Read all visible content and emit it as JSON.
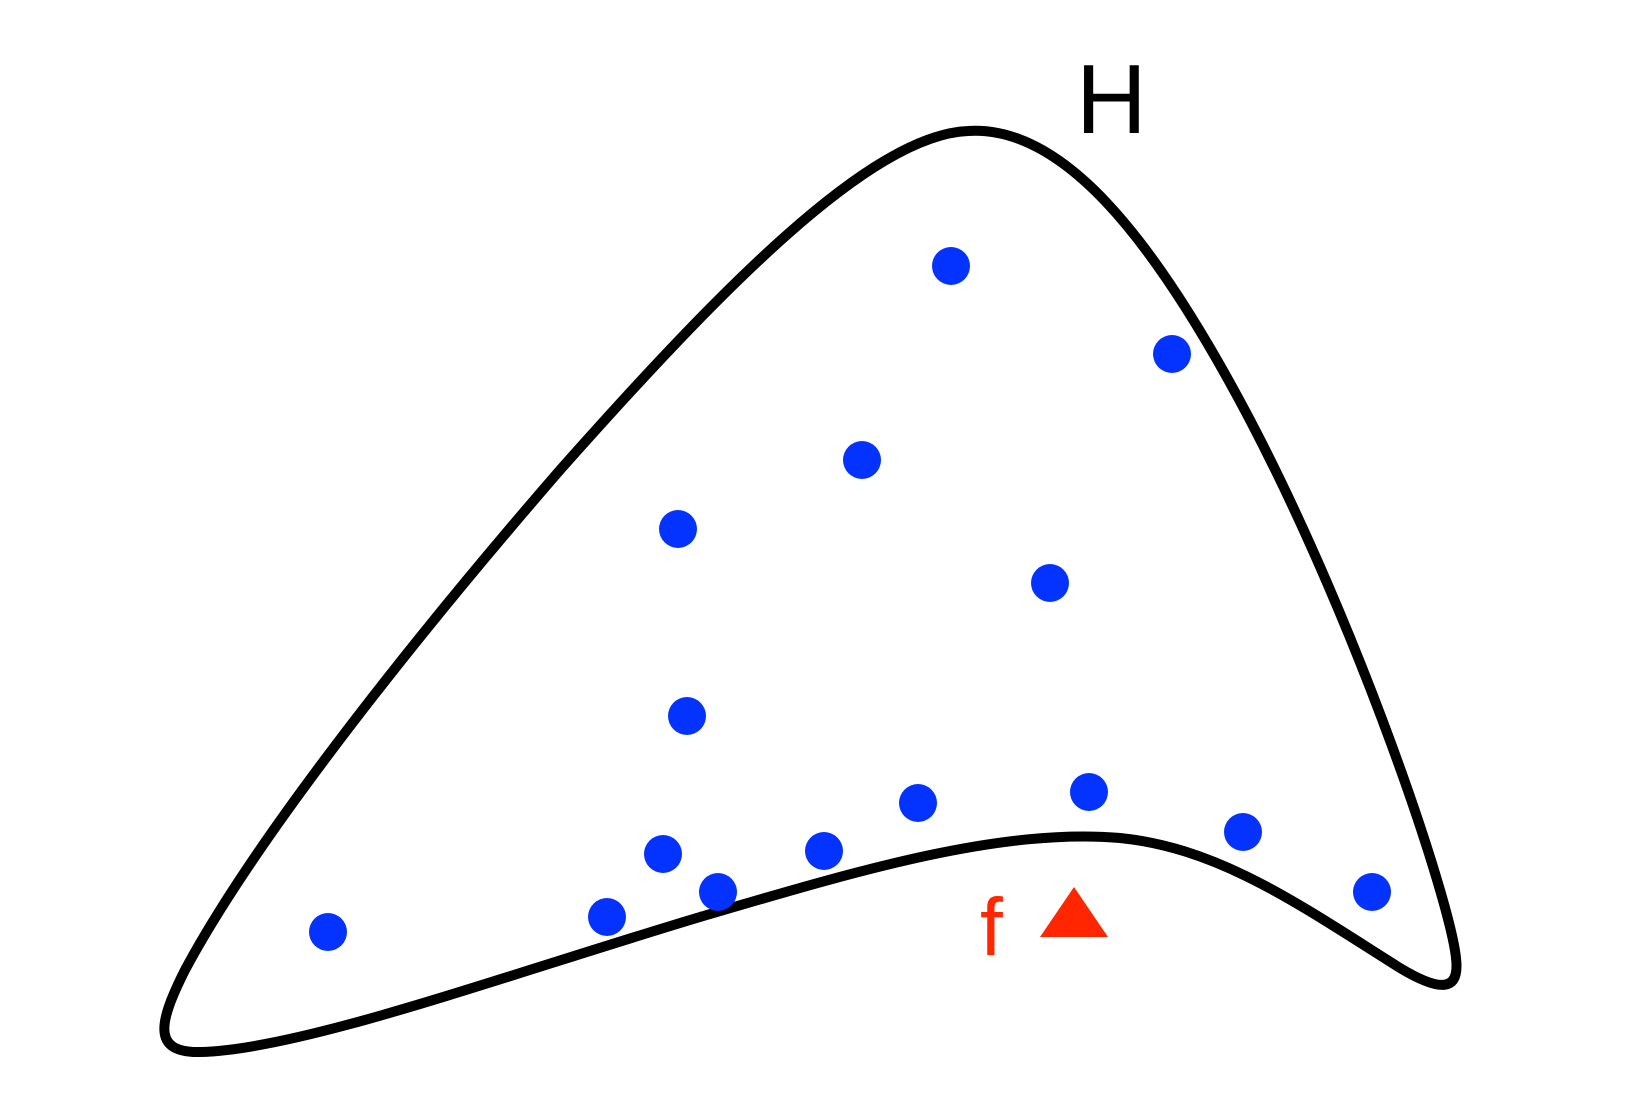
{
  "diagram": {
    "set_label": "H",
    "point_label": "f",
    "colors": {
      "boundary": "#000000",
      "points": "#0433ff",
      "highlight": "#ff2600"
    },
    "point_count": 15,
    "marker_shape": "triangle"
  }
}
